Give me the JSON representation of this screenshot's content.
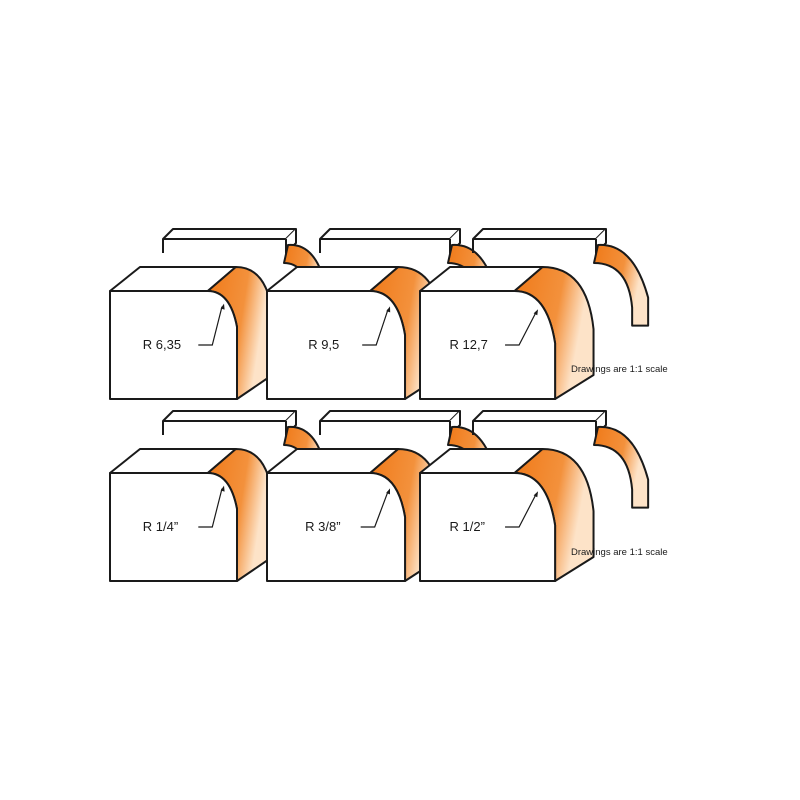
{
  "rows": [
    {
      "note": "Drawings are 1:1 scale",
      "profiles": [
        {
          "label": "R 6,35",
          "radius_mm": 6.35
        },
        {
          "label": "R 9,5",
          "radius_mm": 9.5
        },
        {
          "label": "R 12,7",
          "radius_mm": 12.7
        }
      ]
    },
    {
      "note": "Drawings are 1:1 scale",
      "profiles": [
        {
          "label": "R 1/4”",
          "radius_mm": 6.35
        },
        {
          "label": "R 3/8”",
          "radius_mm": 9.525
        },
        {
          "label": "R 1/2”",
          "radius_mm": 12.7
        }
      ]
    }
  ],
  "colors": {
    "outline": "#1a1a1a",
    "cut_orange": "#f07d1e",
    "cut_light": "#fde3c8",
    "background": "#ffffff"
  }
}
